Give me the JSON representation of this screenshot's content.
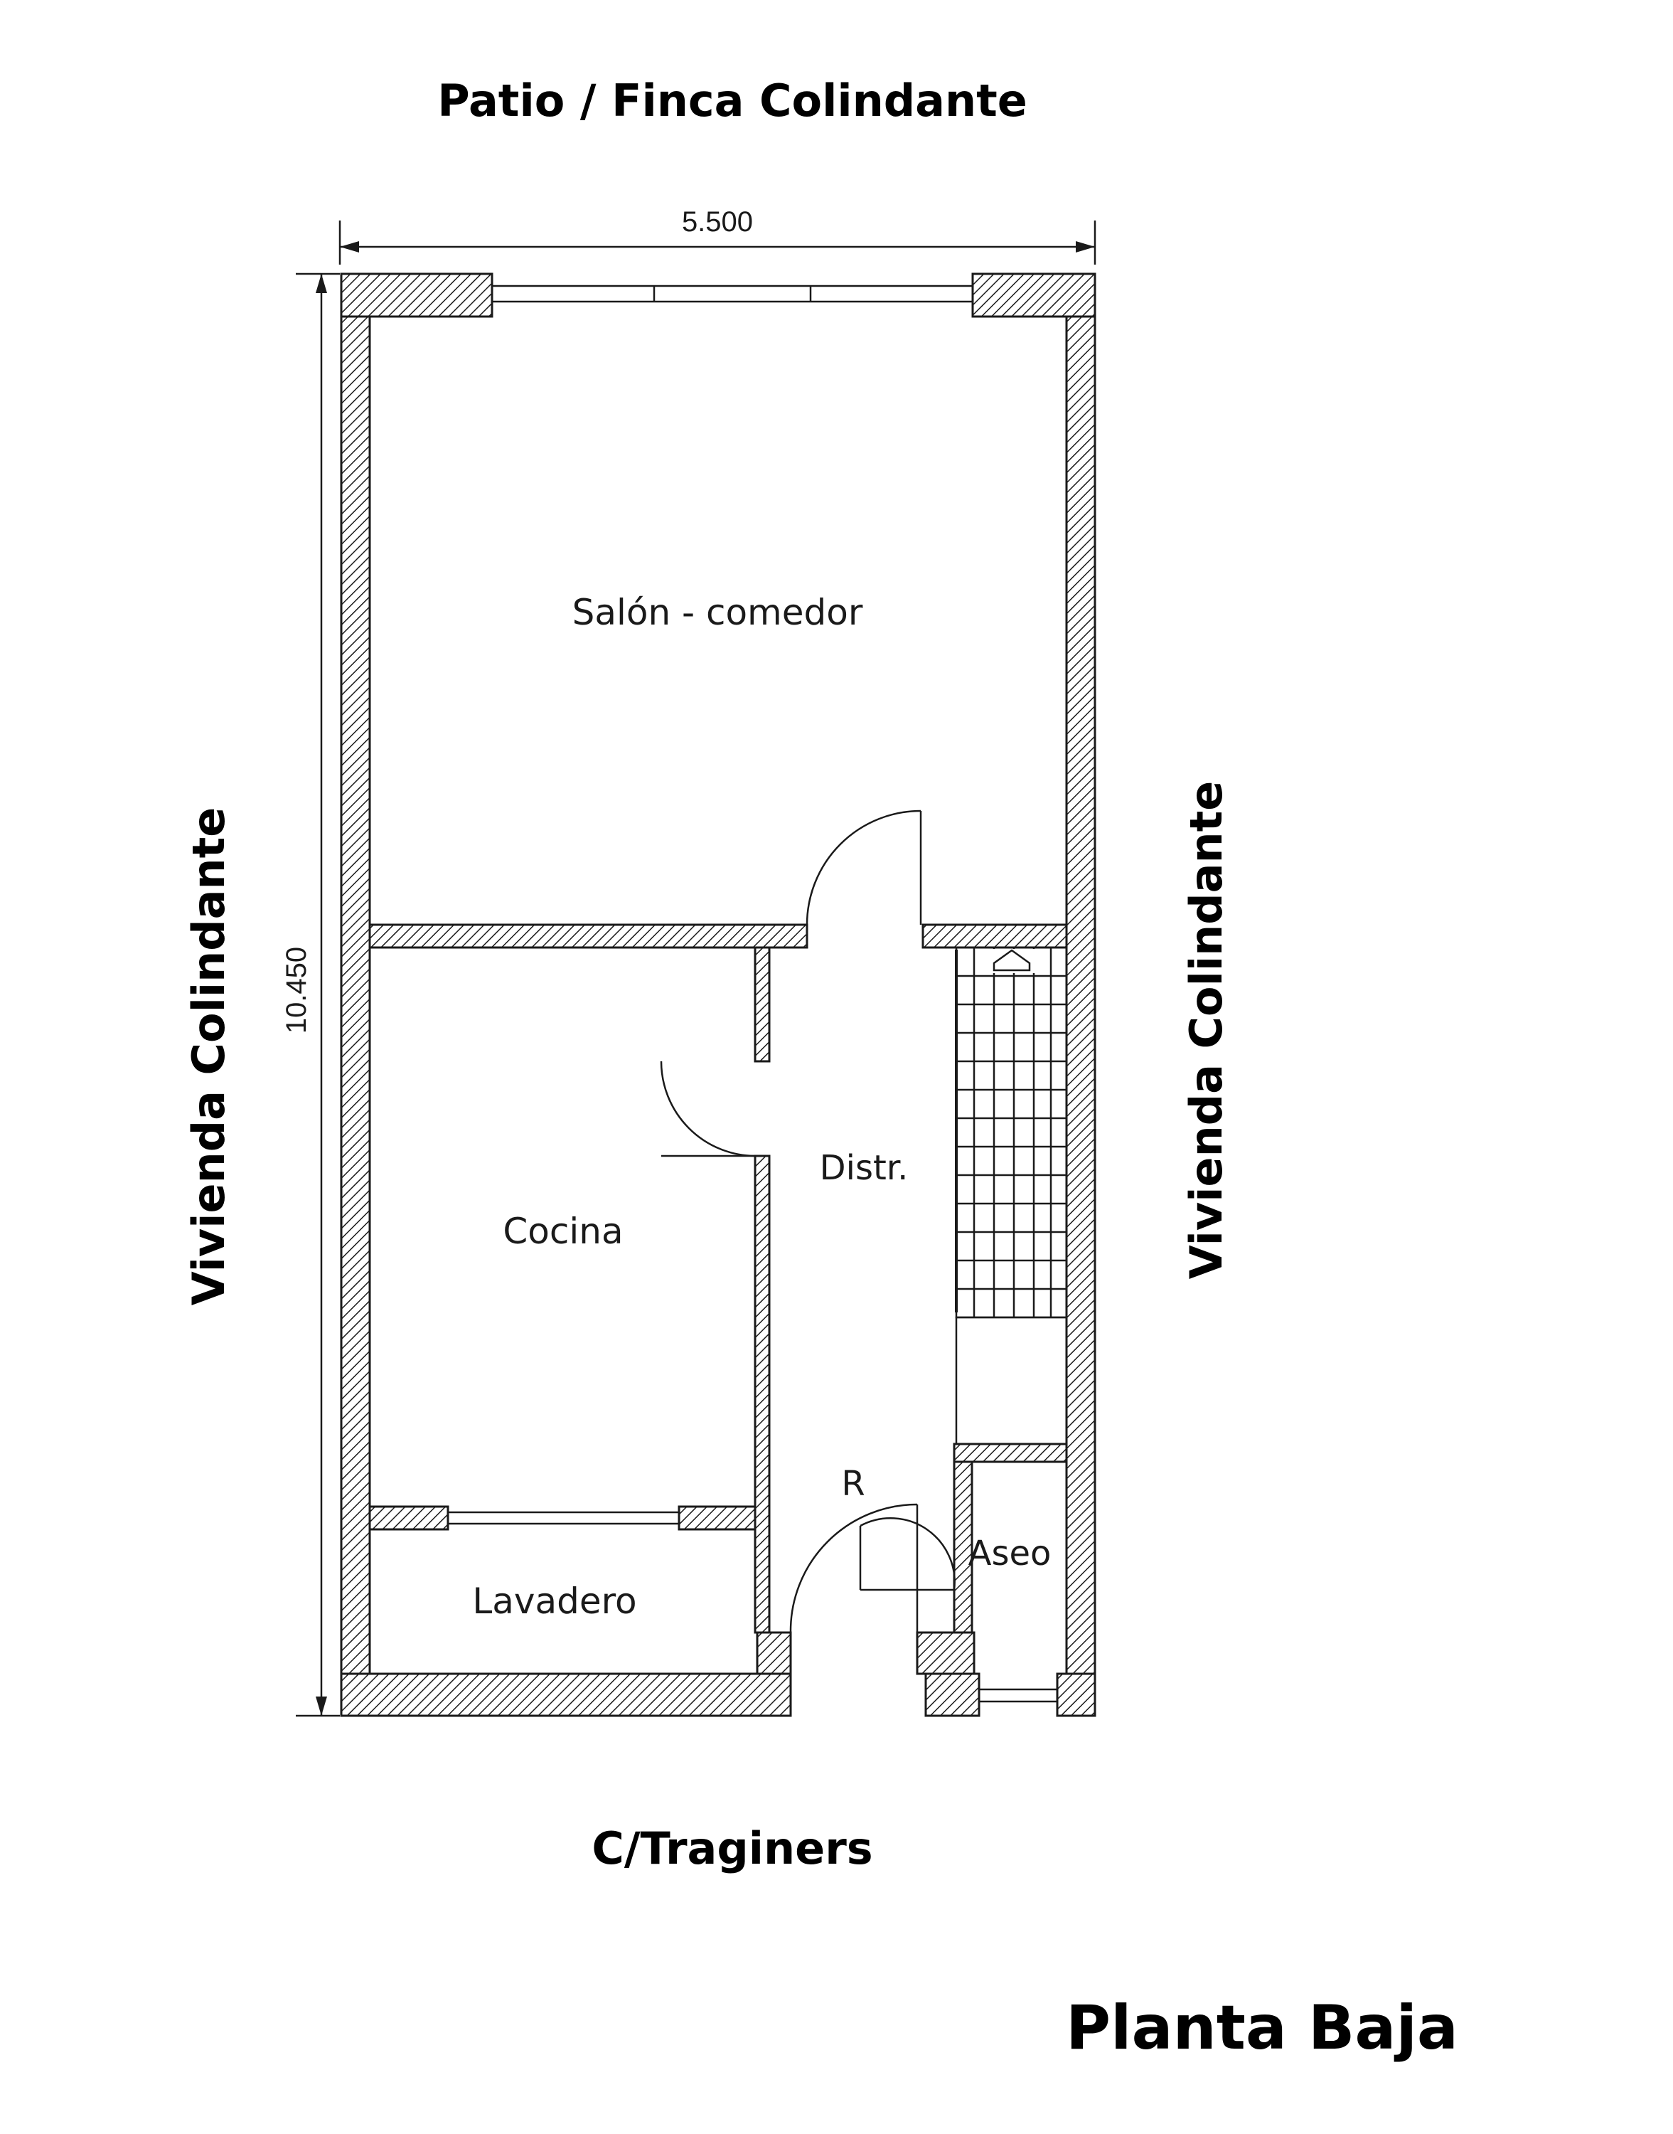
{
  "labels": {
    "top": "Patio / Finca Colindante",
    "bottom": "C/Traginers",
    "left": "Vivienda Colindante",
    "right": "Vivienda Colindante",
    "plan_title": "Planta Baja"
  },
  "dimensions": {
    "width": "5.500",
    "length": "10.450"
  },
  "rooms": {
    "salon": "Salón - comedor",
    "cocina": "Cocina",
    "distr": "Distr.",
    "lavadero": "Lavadero",
    "aseo": "Aseo",
    "r": "R"
  }
}
